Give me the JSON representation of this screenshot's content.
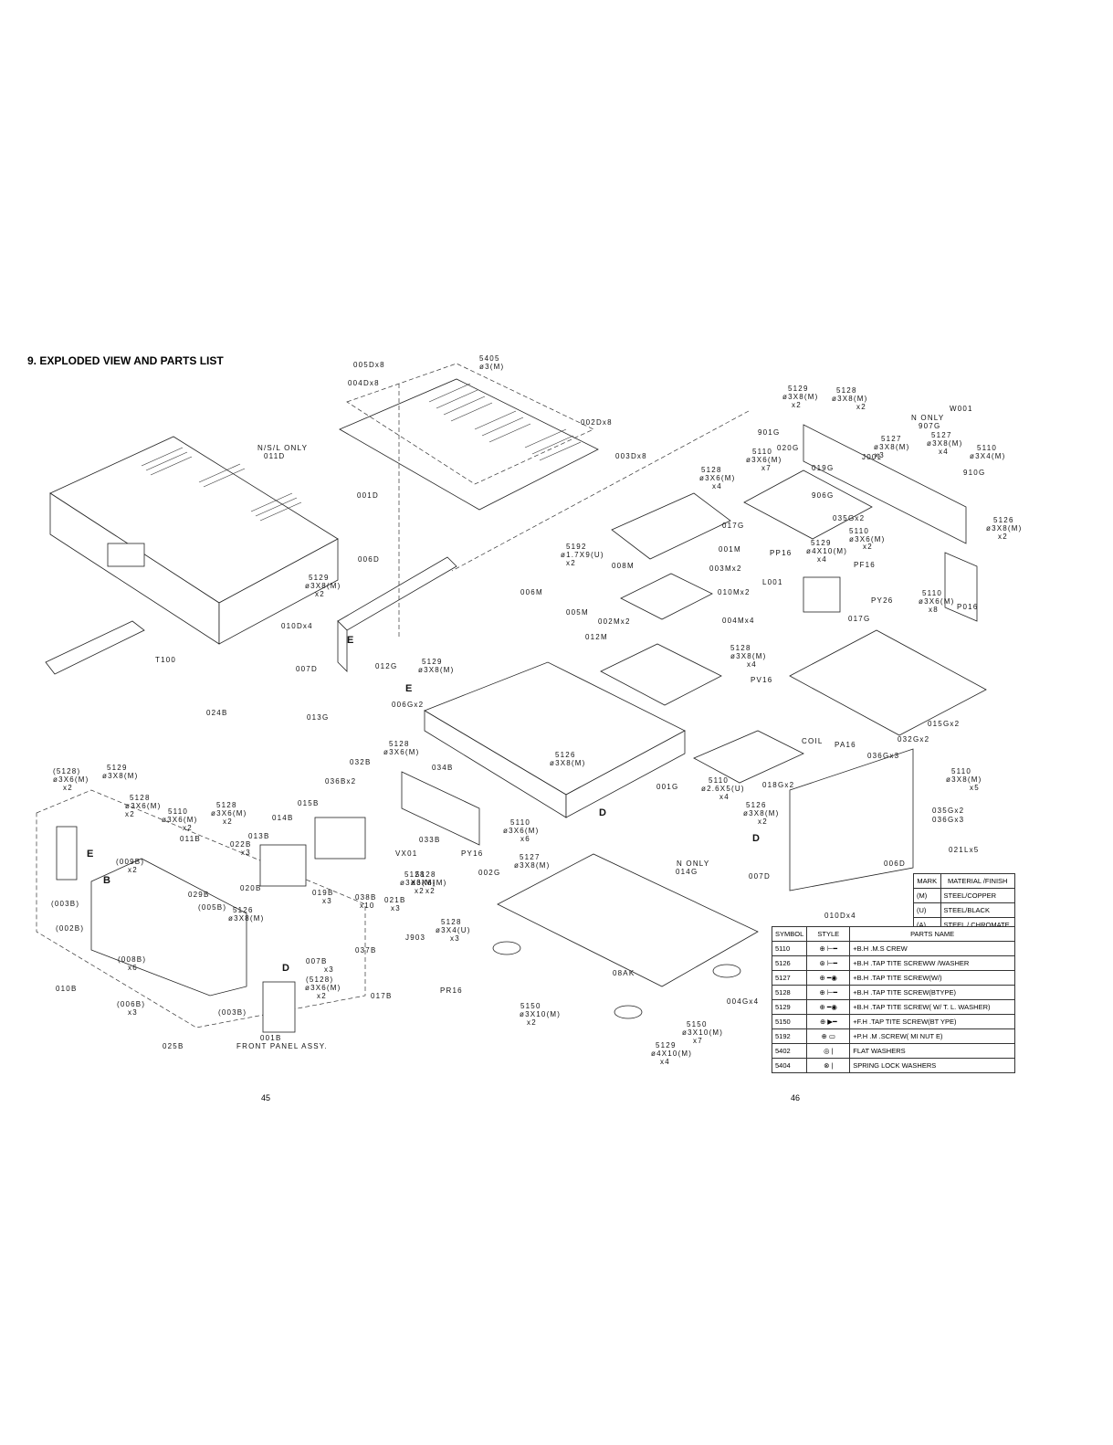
{
  "title": "9. EXPLODED VIEW AND PARTS LIST",
  "page_numbers": [
    "45",
    "46"
  ],
  "labels": [
    {
      "id": "lb1",
      "text": "005Dx8"
    },
    {
      "id": "lb2",
      "text": "5405"
    },
    {
      "id": "lb3",
      "text": "ø3(M)"
    },
    {
      "id": "lb4",
      "text": "004Dx8"
    },
    {
      "id": "lb5",
      "text": "002Dx8"
    },
    {
      "id": "lb6",
      "text": "003Dx8"
    },
    {
      "id": "lb7",
      "text": "N/S/L ONLY"
    },
    {
      "id": "lb8",
      "text": "011D"
    },
    {
      "id": "lb9",
      "text": "001D"
    },
    {
      "id": "lb10",
      "text": "006D"
    },
    {
      "id": "lb11",
      "text": "5129"
    },
    {
      "id": "lb12",
      "text": "ø3X8(M)"
    },
    {
      "id": "lb13",
      "text": "x2"
    },
    {
      "id": "lb14",
      "text": "010Dx4"
    },
    {
      "id": "lb15",
      "text": "007D"
    },
    {
      "id": "lb16",
      "text": "012G"
    },
    {
      "id": "lb17",
      "text": "5129"
    },
    {
      "id": "lb18",
      "text": "ø3X8(M)"
    },
    {
      "id": "lb19",
      "text": "006Gx2"
    },
    {
      "id": "lb20",
      "text": "013G"
    },
    {
      "id": "lb21",
      "text": "024B"
    },
    {
      "id": "lb22",
      "text": "T100"
    },
    {
      "id": "lb23",
      "text": "5129"
    },
    {
      "id": "lb24",
      "text": "ø3X8(M)"
    },
    {
      "id": "lb25",
      "text": "x2"
    },
    {
      "id": "lb26",
      "text": "5128"
    },
    {
      "id": "lb27",
      "text": "ø3X8(M)"
    },
    {
      "id": "lb28",
      "text": "x2"
    },
    {
      "id": "lb29",
      "text": "W001"
    },
    {
      "id": "lb30",
      "text": "N ONLY"
    },
    {
      "id": "lb31",
      "text": "907G"
    },
    {
      "id": "lb32",
      "text": "901G"
    },
    {
      "id": "lb33",
      "text": "020G"
    },
    {
      "id": "lb34",
      "text": "5110"
    },
    {
      "id": "lb35",
      "text": "ø3X6(M)"
    },
    {
      "id": "lb36",
      "text": "x7"
    },
    {
      "id": "lb37",
      "text": "5127"
    },
    {
      "id": "lb38",
      "text": "ø3X8(M)"
    },
    {
      "id": "lb39",
      "text": "x3"
    },
    {
      "id": "lb40",
      "text": "J001"
    },
    {
      "id": "lb41",
      "text": "5127"
    },
    {
      "id": "lb42",
      "text": "ø3X8(M)"
    },
    {
      "id": "lb43",
      "text": "x4"
    },
    {
      "id": "lb44",
      "text": "5110"
    },
    {
      "id": "lb45",
      "text": "ø3X4(M)"
    },
    {
      "id": "lb46",
      "text": "910G"
    },
    {
      "id": "lb47",
      "text": "019G"
    },
    {
      "id": "lb48",
      "text": "906G"
    },
    {
      "id": "lb49",
      "text": "035Gx2"
    },
    {
      "id": "lb50",
      "text": "5126"
    },
    {
      "id": "lb51",
      "text": "ø3X8(M)"
    },
    {
      "id": "lb52",
      "text": "x2"
    },
    {
      "id": "lb53",
      "text": "5128"
    },
    {
      "id": "lb54",
      "text": "ø3X6(M)"
    },
    {
      "id": "lb55",
      "text": "x4"
    },
    {
      "id": "lb56",
      "text": "017G"
    },
    {
      "id": "lb57",
      "text": "001M"
    },
    {
      "id": "lb58",
      "text": "PP16"
    },
    {
      "id": "lb59",
      "text": "5129"
    },
    {
      "id": "lb60",
      "text": "ø4X10(M)"
    },
    {
      "id": "lb61",
      "text": "x4"
    },
    {
      "id": "lb62",
      "text": "5110"
    },
    {
      "id": "lb63",
      "text": "ø3X6(M)"
    },
    {
      "id": "lb64",
      "text": "x2"
    },
    {
      "id": "lb65",
      "text": "PF16"
    },
    {
      "id": "lb66",
      "text": "5192"
    },
    {
      "id": "lb67",
      "text": "ø1.7X9(U)"
    },
    {
      "id": "lb68",
      "text": "x2"
    },
    {
      "id": "lb69",
      "text": "008M"
    },
    {
      "id": "lb70",
      "text": "003Mx2"
    },
    {
      "id": "lb71",
      "text": "006M"
    },
    {
      "id": "lb72",
      "text": "010Mx2"
    },
    {
      "id": "lb73",
      "text": "005M"
    },
    {
      "id": "lb74",
      "text": "L001"
    },
    {
      "id": "lb75",
      "text": "PY26"
    },
    {
      "id": "lb76",
      "text": "5110"
    },
    {
      "id": "lb77",
      "text": "ø3X6(M)"
    },
    {
      "id": "lb78",
      "text": "x8"
    },
    {
      "id": "lb79",
      "text": "P016"
    },
    {
      "id": "lb80",
      "text": "002Mx2"
    },
    {
      "id": "lb81",
      "text": "004Mx4"
    },
    {
      "id": "lb82",
      "text": "012M"
    },
    {
      "id": "lb83",
      "text": "5128"
    },
    {
      "id": "lb84",
      "text": "ø3X8(M)"
    },
    {
      "id": "lb85",
      "text": "x4"
    },
    {
      "id": "lb86",
      "text": "017G"
    },
    {
      "id": "lb87",
      "text": "PV16"
    },
    {
      "id": "lb88",
      "text": "COIL"
    },
    {
      "id": "lb89",
      "text": "PA16"
    },
    {
      "id": "lb90",
      "text": "036Gx3"
    },
    {
      "id": "lb91",
      "text": "032Gx2"
    },
    {
      "id": "lb92",
      "text": "015Gx2"
    },
    {
      "id": "lb93",
      "text": "5110"
    },
    {
      "id": "lb94",
      "text": "ø2.6X5(U)"
    },
    {
      "id": "lb95",
      "text": "x4"
    },
    {
      "id": "lb96",
      "text": "018Gx2"
    },
    {
      "id": "lb97",
      "text": "001G"
    },
    {
      "id": "lb98",
      "text": "5126"
    },
    {
      "id": "lb99",
      "text": "ø3X8(M)"
    },
    {
      "id": "lb100",
      "text": "x2"
    },
    {
      "id": "lb101",
      "text": "5110"
    },
    {
      "id": "lb102",
      "text": "ø3X8(M)"
    },
    {
      "id": "lb103",
      "text": "x5"
    },
    {
      "id": "lb104",
      "text": "035Gx2"
    },
    {
      "id": "lb105",
      "text": "036Gx3"
    },
    {
      "id": "lb106",
      "text": "021Lx5"
    },
    {
      "id": "lb107",
      "text": "006D"
    },
    {
      "id": "lb108",
      "text": "007D"
    },
    {
      "id": "lb109",
      "text": "010Dx4"
    },
    {
      "id": "lb110",
      "text": "5128"
    },
    {
      "id": "lb111",
      "text": "ø3X6(M)"
    },
    {
      "id": "lb112",
      "text": "032B"
    },
    {
      "id": "lb113",
      "text": "034B"
    },
    {
      "id": "lb114",
      "text": "036Bx2"
    },
    {
      "id": "lb115",
      "text": "015B"
    },
    {
      "id": "lb116",
      "text": "014B"
    },
    {
      "id": "lb117",
      "text": "013B"
    },
    {
      "id": "lb118",
      "text": "033B"
    },
    {
      "id": "lb119",
      "text": "VX01"
    },
    {
      "id": "lb120",
      "text": "PY16"
    },
    {
      "id": "lb121",
      "text": "5110"
    },
    {
      "id": "lb122",
      "text": "ø3X6(M)"
    },
    {
      "id": "lb123",
      "text": "x6"
    },
    {
      "id": "lb124",
      "text": "5126"
    },
    {
      "id": "lb125",
      "text": "ø3X8(M)"
    },
    {
      "id": "lb126",
      "text": "5128"
    },
    {
      "id": "lb127",
      "text": "ø3X6(M)"
    },
    {
      "id": "lb128",
      "text": "x2"
    },
    {
      "id": "lb129",
      "text": "5127"
    },
    {
      "id": "lb130",
      "text": "ø3X8(M)"
    },
    {
      "id": "lb131",
      "text": "N ONLY"
    },
    {
      "id": "lb132",
      "text": "014G"
    },
    {
      "id": "lb133",
      "text": "002G"
    },
    {
      "id": "lb134",
      "text": "08AK"
    },
    {
      "id": "lb135",
      "text": "004Gx4"
    },
    {
      "id": "lb136",
      "text": "5150"
    },
    {
      "id": "lb137",
      "text": "ø3X10(M)"
    },
    {
      "id": "lb138",
      "text": "x2"
    },
    {
      "id": "lb139",
      "text": "5150"
    },
    {
      "id": "lb140",
      "text": "ø3X10(M)"
    },
    {
      "id": "lb141",
      "text": "x7"
    },
    {
      "id": "lb142",
      "text": "5129"
    },
    {
      "id": "lb143",
      "text": "ø4X10(M)"
    },
    {
      "id": "lb144",
      "text": "x4"
    },
    {
      "id": "lb145",
      "text": "(5128)"
    },
    {
      "id": "lb146",
      "text": "ø3X6(M)"
    },
    {
      "id": "lb147",
      "text": "x2"
    },
    {
      "id": "lb148",
      "text": "5129"
    },
    {
      "id": "lb149",
      "text": "ø3X8(M)"
    },
    {
      "id": "lb150",
      "text": "5128"
    },
    {
      "id": "lb151",
      "text": "ø3X6(M)"
    },
    {
      "id": "lb152",
      "text": "x2"
    },
    {
      "id": "lb153",
      "text": "5110"
    },
    {
      "id": "lb154",
      "text": "ø3X6(M)"
    },
    {
      "id": "lb155",
      "text": "x2"
    },
    {
      "id": "lb156",
      "text": "5128"
    },
    {
      "id": "lb157",
      "text": "ø3X6(M)"
    },
    {
      "id": "lb158",
      "text": "x2"
    },
    {
      "id": "lb159",
      "text": "011B"
    },
    {
      "id": "lb160",
      "text": "022B"
    },
    {
      "id": "lb161",
      "text": "x3"
    },
    {
      "id": "lb162",
      "text": "(009B)"
    },
    {
      "id": "lb163",
      "text": "x2"
    },
    {
      "id": "lb164",
      "text": "(003B)"
    },
    {
      "id": "lb165",
      "text": "029B"
    },
    {
      "id": "lb166",
      "text": "020B"
    },
    {
      "id": "lb167",
      "text": "019B"
    },
    {
      "id": "lb168",
      "text": "x3"
    },
    {
      "id": "lb169",
      "text": "(005B)"
    },
    {
      "id": "lb170",
      "text": "5126"
    },
    {
      "id": "lb171",
      "text": "ø3X8(M)"
    },
    {
      "id": "lb172",
      "text": "(002B)"
    },
    {
      "id": "lb173",
      "text": "038B"
    },
    {
      "id": "lb174",
      "text": "x10"
    },
    {
      "id": "lb175",
      "text": "021B"
    },
    {
      "id": "lb176",
      "text": "x3"
    },
    {
      "id": "lb177",
      "text": "5128"
    },
    {
      "id": "lb178",
      "text": "ø3X4(U)"
    },
    {
      "id": "lb179",
      "text": "x3"
    },
    {
      "id": "lb180",
      "text": "J903"
    },
    {
      "id": "lb181",
      "text": "037B"
    },
    {
      "id": "lb182",
      "text": "(008B)"
    },
    {
      "id": "lb183",
      "text": "x6"
    },
    {
      "id": "lb184",
      "text": "007B"
    },
    {
      "id": "lb185",
      "text": "x3"
    },
    {
      "id": "lb186",
      "text": "(5128)"
    },
    {
      "id": "lb187",
      "text": "ø3X6(M)"
    },
    {
      "id": "lb188",
      "text": "x2"
    },
    {
      "id": "lb189",
      "text": "PR16"
    },
    {
      "id": "lb190",
      "text": "017B"
    },
    {
      "id": "lb191",
      "text": "010B"
    },
    {
      "id": "lb192",
      "text": "(006B)"
    },
    {
      "id": "lb193",
      "text": "x3"
    },
    {
      "id": "lb194",
      "text": "(003B)"
    },
    {
      "id": "lb195",
      "text": "001B"
    },
    {
      "id": "lb196",
      "text": "FRONT PANEL ASSY."
    },
    {
      "id": "lb197",
      "text": "025B"
    },
    {
      "id": "lb198",
      "text": "5128"
    },
    {
      "id": "lb199",
      "text": "ø3X6(M)"
    },
    {
      "id": "lb200",
      "text": "x2"
    }
  ],
  "letter_marks": [
    "E",
    "E",
    "D",
    "D",
    "B",
    "E",
    "D"
  ],
  "material_table": {
    "header": [
      "MARK",
      "MATERIAL /FINISH"
    ],
    "rows": [
      [
        "(M)",
        "STEEL/COPPER"
      ],
      [
        "(U)",
        "STEEL/BLACK"
      ],
      [
        "(A)",
        "STEEL / CHROMATE"
      ]
    ]
  },
  "symbol_table": {
    "header": [
      "SYMBOL",
      "STYLE",
      "PARTS NAME"
    ],
    "rows": [
      [
        "5110",
        "+B.H .M.S CREW"
      ],
      [
        "5126",
        "+B.H .TAP TITE SCREWW /WASHER"
      ],
      [
        "5127",
        "+B.H .TAP TITE SCREW(W/)"
      ],
      [
        "5128",
        "+B.H .TAP TITE SCREW(BTYPE)"
      ],
      [
        "5129",
        "+B.H .TAP TITE SCREW( W/ T. L. WASHER)"
      ],
      [
        "5150",
        "+F.H .TAP TITE SCREW(BT YPE)"
      ],
      [
        "5192",
        "+P.H .M .SCREW( MI NUT E)"
      ],
      [
        "5402",
        "FLAT WASHERS"
      ],
      [
        "5404",
        "SPRING LOCK WASHERS"
      ]
    ]
  }
}
